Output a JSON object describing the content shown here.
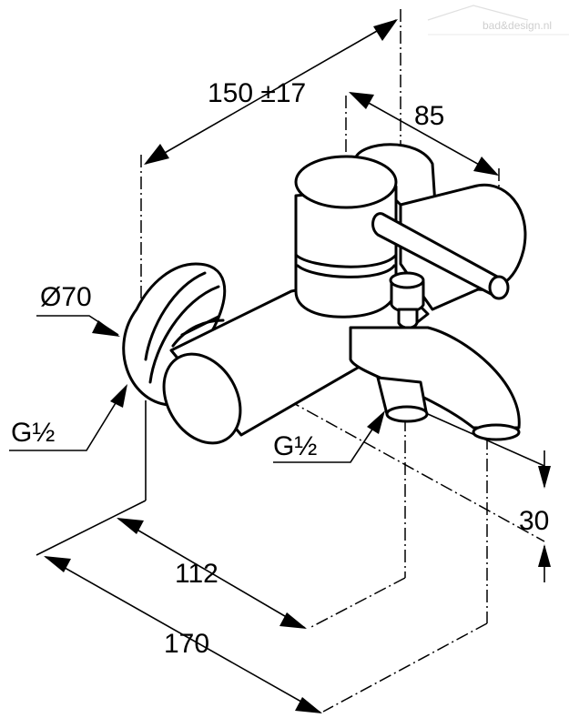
{
  "watermark": {
    "text": "bad&design.nl"
  },
  "dimensions": {
    "projection": "150 ±17",
    "handle": "85",
    "rosette_diameter": "Ø70",
    "wall_connection": "G½",
    "outlet_connection": "G½",
    "outlet_height": "30",
    "outlet_distance": "112",
    "spout_length": "170"
  }
}
